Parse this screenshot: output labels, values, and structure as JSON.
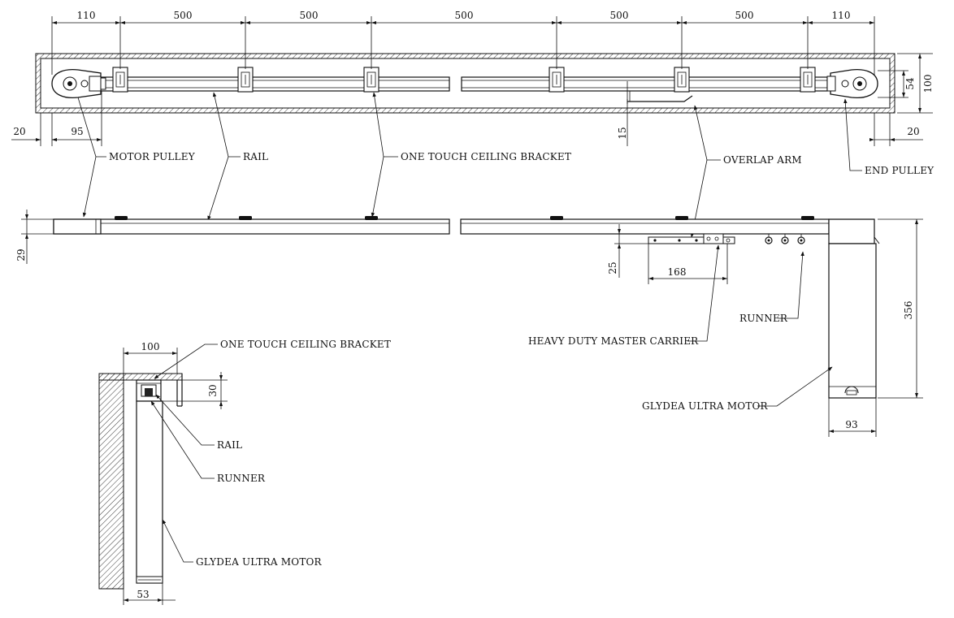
{
  "dimensions": {
    "top_segments": [
      "110",
      "500",
      "500",
      "500",
      "500",
      "500",
      "110"
    ],
    "left_offset": "20",
    "motor_offset": "95",
    "overlap_offset": "15",
    "right_offset": "20",
    "rail_height": "54",
    "box_height": "100",
    "rail_thickness": "29",
    "carrier_drop": "25",
    "carrier_length": "168",
    "motor_height": "356",
    "motor_width": "93",
    "section_width": "100",
    "section_height": "30",
    "section_motor_width": "53"
  },
  "labels": {
    "motor_pulley": "MOTOR PULLEY",
    "rail": "RAIL",
    "bracket": "ONE TOUCH CEILING BRACKET",
    "overlap_arm": "OVERLAP ARM",
    "end_pulley": "END PULLEY",
    "runner": "RUNNER",
    "master_carrier": "HEAVY DUTY MASTER CARRIER",
    "motor": "GLYDEA ULTRA MOTOR",
    "section_bracket": "ONE TOUCH CEILING BRACKET",
    "section_rail": "RAIL",
    "section_runner": "RUNNER",
    "section_motor": "GLYDEA ULTRA MOTOR"
  }
}
